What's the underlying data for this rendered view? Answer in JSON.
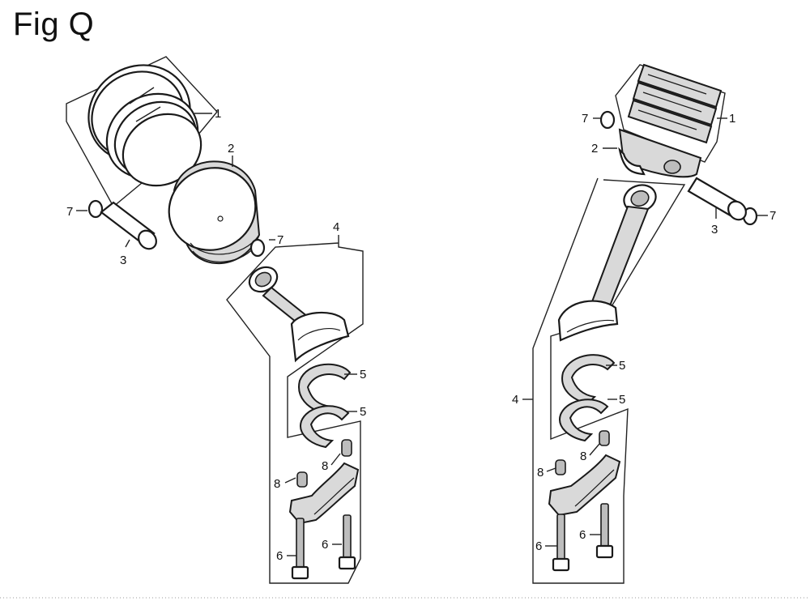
{
  "figure": {
    "title": "Fig Q"
  },
  "left_assembly": {
    "callouts": [
      "1",
      "2",
      "7",
      "3",
      "7",
      "4",
      "5",
      "5",
      "8",
      "8",
      "6",
      "6"
    ]
  },
  "right_assembly": {
    "callouts": [
      "7",
      "1",
      "2",
      "3",
      "7",
      "5",
      "4",
      "5",
      "8",
      "8",
      "6",
      "6"
    ]
  }
}
